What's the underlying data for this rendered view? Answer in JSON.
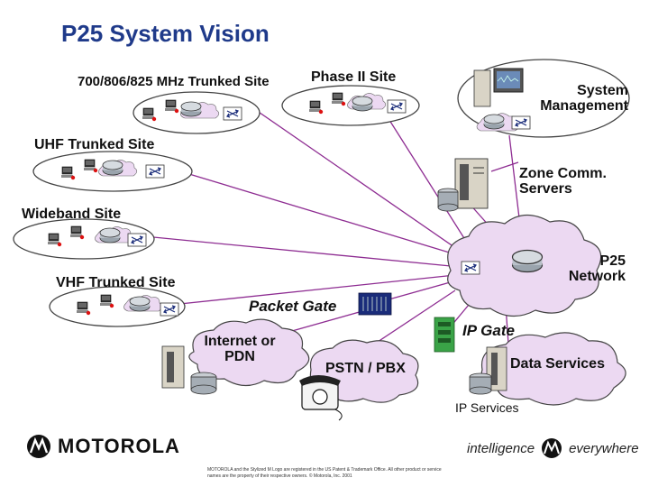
{
  "title": "P25 System Vision",
  "sites": {
    "trunked_700": "700/806/825 MHz Trunked Site",
    "phase2": "Phase II Site",
    "system_mgmt": "System Management",
    "uhf": "UHF Trunked Site",
    "zone": "Zone Comm. Servers",
    "wideband": "Wideband Site",
    "p25_network": "P25 Network",
    "vhf": "VHF Trunked Site",
    "packet_gate": "Packet Gate",
    "internet": "Internet or PDN",
    "ip_gate": "IP Gate",
    "pstn": "PSTN / PBX",
    "data_services": "Data Services",
    "ip_services": "IP Services"
  },
  "footer": {
    "brand": "MOTOROLA",
    "tagline_left": "intelligence",
    "tagline_right": "everywhere",
    "legal": "MOTOROLA and the Stylized M Logo are registered in the US Patent & Trademark Office. All other product or service names are the property of their respective owners. © Motorola, Inc. 2001"
  },
  "colors": {
    "title": "#1f3a8a",
    "lines": "#8e2d92",
    "cloud_fill": "#ecd9f2",
    "cloud_stroke": "#444444",
    "ip_gate": "#3aa347",
    "packet_gate": "#1a2c7a"
  }
}
